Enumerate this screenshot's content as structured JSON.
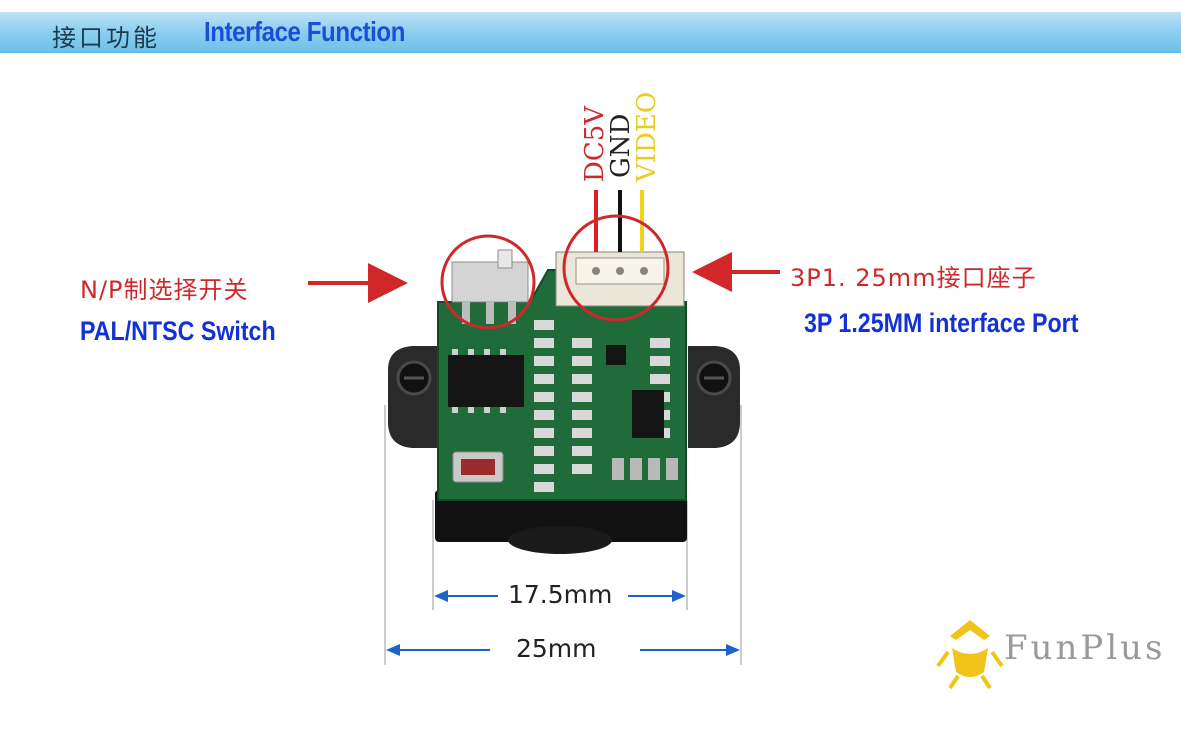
{
  "header": {
    "title_cn": "接口功能",
    "title_en": "Interface Function"
  },
  "wires": {
    "dc5v": "DC5V",
    "gnd": "GND",
    "video": "VIDEO"
  },
  "switch": {
    "label_cn": "N/P制选择开关",
    "label_en": "PAL/NTSC Switch"
  },
  "port": {
    "label_cn": "3P1. 25mm接口座子",
    "label_en": "3P 1.25MM interface Port"
  },
  "dimensions": {
    "inner": "17.5mm",
    "outer": "25mm"
  },
  "brand": {
    "name": "FunPlus"
  },
  "colors": {
    "banner": "#8fd0f0",
    "title_blue": "#1b4fd6",
    "label_red": "#d0282a",
    "label_blue": "#1232d8",
    "dim_blue": "#1e64c8",
    "pcb_green": "#1f6b3a",
    "wire_red": "#e02020",
    "wire_black": "#111111",
    "wire_yellow": "#f2d21a",
    "brand_gold": "#f0c419"
  }
}
